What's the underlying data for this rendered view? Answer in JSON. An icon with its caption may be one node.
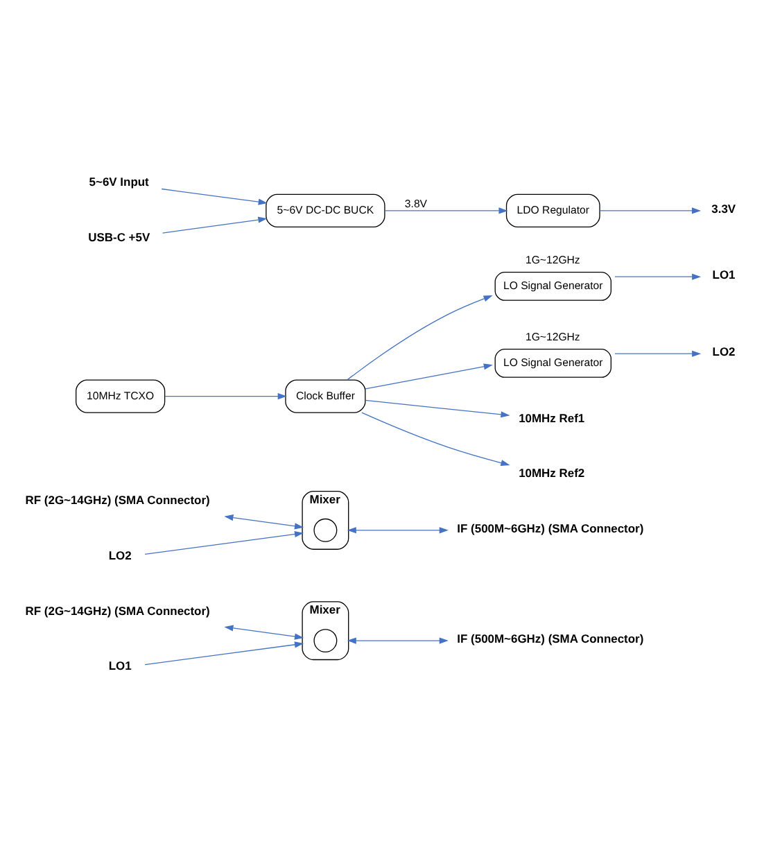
{
  "diagram": {
    "nodes": [
      {
        "text": [
          "RF (2G~14GHz) (SMA Connector)"
        ]
      },
      {
        "text": [
          "Mixer"
        ]
      },
      {
        "text": [],
        "shape": "circle",
        "in": 1
      },
      {
        "text": [
          "IF (500M~6GHz) (SMA Connector)"
        ]
      },
      {
        "text": [
          "LO1"
        ]
      },
      {
        "text": [
          "RF (2G~14GHz) (SMA Connector)"
        ]
      },
      {
        "text": [
          "Mixer"
        ]
      },
      {
        "text": [],
        "shape": "circle",
        "in": 6
      },
      {
        "text": [
          "IF (500M~6GHz) (SMA Connector)"
        ]
      },
      {
        "text": [
          "LO2"
        ]
      },
      {
        "text": [
          "LO Signal Generator"
        ],
        "beside": [
          "1G~12GHz"
        ]
      },
      {
        "text": [
          "LO1"
        ]
      },
      {
        "text": [
          "10MHz TCXO"
        ]
      },
      {
        "text": [
          "Clock Buffer"
        ]
      },
      {
        "text": [
          "LO Signal Generator"
        ],
        "beside": [
          "1G~12GHz"
        ]
      },
      {
        "text": [
          "LO2"
        ]
      },
      {
        "text": [
          "10MHz Ref1"
        ]
      },
      {
        "text": [
          "10MHz Ref2"
        ]
      },
      {
        "text": [
          "5~6V Input"
        ]
      },
      {
        "text": [
          "USB-C +5V"
        ]
      },
      {
        "text": [
          "5~6V DC-DC BUCK"
        ]
      },
      {
        "text": [
          "LDO Regulator"
        ]
      },
      {
        "text": [
          "3.3V"
        ]
      }
    ],
    "edges": [
      {
        "from": 0,
        "to": 1,
        "arrow": "both"
      },
      {
        "from": 1,
        "to": 3,
        "arrow": "both"
      },
      {
        "from": 4,
        "to": 1,
        "arrow": "to"
      },
      {
        "from": 5,
        "to": 6,
        "arrow": "both"
      },
      {
        "from": 6,
        "to": 8,
        "arrow": "both"
      },
      {
        "from": 9,
        "to": 6,
        "arrow": "to"
      },
      {
        "from": 12,
        "to": 13,
        "arrow": "to"
      },
      {
        "from": 13,
        "to": 10,
        "arrow": "to"
      },
      {
        "from": 10,
        "to": 11,
        "arrow": "to"
      },
      {
        "from": 13,
        "to": 14,
        "arrow": "to"
      },
      {
        "from": 14,
        "to": 15,
        "arrow": "to"
      },
      {
        "from": 13,
        "to": 16,
        "arrow": "to"
      },
      {
        "from": 13,
        "to": 17,
        "arrow": "to"
      },
      {
        "from": 18,
        "to": 20,
        "arrow": "to"
      },
      {
        "from": 19,
        "to": 20,
        "arrow": "to"
      },
      {
        "from": 20,
        "to": 21,
        "label": "3.8V",
        "arrow": "to"
      },
      {
        "from": 21,
        "to": 22,
        "arrow": "to"
      }
    ]
  }
}
